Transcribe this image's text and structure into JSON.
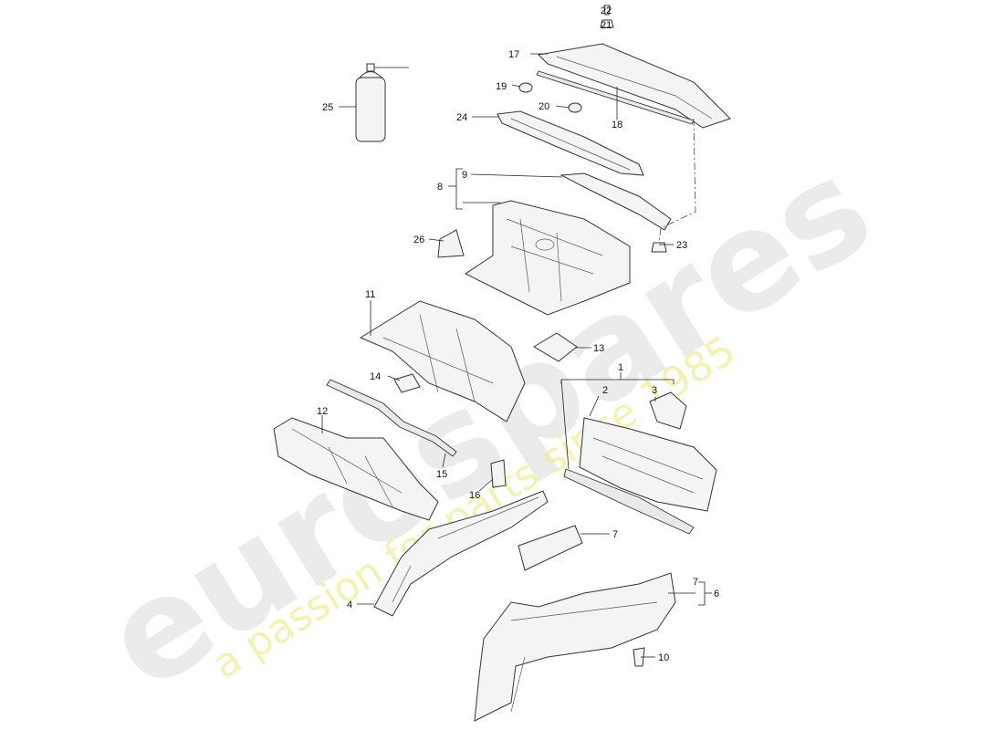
{
  "watermark": {
    "brand": "eurospares",
    "tagline": "a passion for parts since 1985"
  },
  "callouts": {
    "c1": "1",
    "c2": "2",
    "c3": "3",
    "c4": "4",
    "c6": "6",
    "c7a": "7",
    "c7b": "7",
    "c8": "8",
    "c9": "9",
    "c10": "10",
    "c11": "11",
    "c12": "12",
    "c13": "13",
    "c14": "14",
    "c15": "15",
    "c16": "16",
    "c17": "17",
    "c18": "18",
    "c19": "19",
    "c20": "20",
    "c21": "21",
    "c22": "22",
    "c23": "23",
    "c24": "24",
    "c25": "25",
    "c26": "26"
  }
}
